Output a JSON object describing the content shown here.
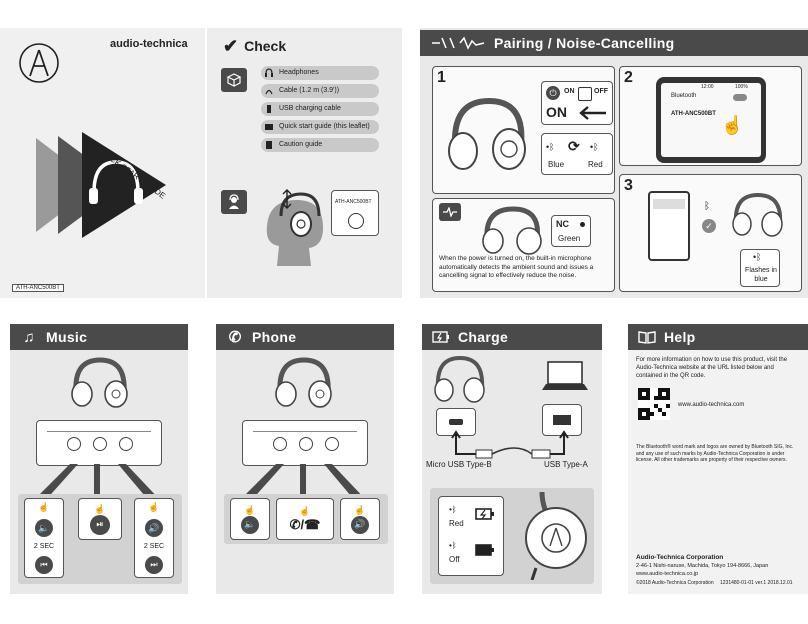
{
  "cover": {
    "brand": "audio-technica",
    "guide_title": "QUICK START GUIDE",
    "model": "ATH-ANC500BT"
  },
  "check": {
    "title": "Check",
    "items": [
      "Headphones",
      "Cable (1.2 m (3.9'))",
      "USB charging cable",
      "Quick start guide (this leaflet)",
      "Caution guide"
    ],
    "screen_label": "ATH-ANC500BT"
  },
  "pairing": {
    "title": "Pairing / Noise-Cancelling",
    "step_numbers": [
      "1",
      "2",
      "3"
    ],
    "on_label": "ON",
    "off_label": "OFF",
    "on_big": "ON",
    "blue_label": "Blue",
    "red_label": "Red",
    "phone_time": "12:00",
    "phone_battery": "100%",
    "phone_menu_title": "Bluetooth",
    "phone_device": "ATH-ANC500BT",
    "nc_label": "NC",
    "green_label": "Green",
    "nc_description": "When the power is turned on, the built-in microphone automatically detects the ambient sound and issues a cancelling signal to effectively reduce the noise.",
    "flashes_label": "Flashes in blue"
  },
  "music": {
    "title": "Music",
    "sec_label_1": "2 SEC",
    "sec_label_2": "2 SEC"
  },
  "phone": {
    "title": "Phone"
  },
  "charge": {
    "title": "Charge",
    "micro_usb": "Micro USB Type-B",
    "usb_a": "USB Type-A",
    "red_label": "Red",
    "off_label": "Off"
  },
  "help": {
    "title": "Help",
    "intro": "For more information on how to use this product, visit the Audio-Technica website at the URL listed below and contained in the QR code.",
    "url": "www.audio-technica.com",
    "legal": "The Bluetooth® word mark and logos are owned by Bluetooth SIG, Inc. and any use of such marks by Audio-Technica Corporation is under license. All other trademarks are property of their respective owners.",
    "company": "Audio-Technica Corporation",
    "address": "2-46-1 Nishi-naruse, Machida, Tokyo 194-8666, Japan",
    "website": "www.audio-technica.co.jp",
    "copyright": "©2018 Audio-Technica Corporation",
    "doc_code": "1231480-01-01 ver.1 2018.12.01"
  },
  "colors": {
    "header_dark": "#4a4a4a",
    "panel_bg": "#f4f4f4",
    "pill_bg": "#c9c9c9"
  }
}
